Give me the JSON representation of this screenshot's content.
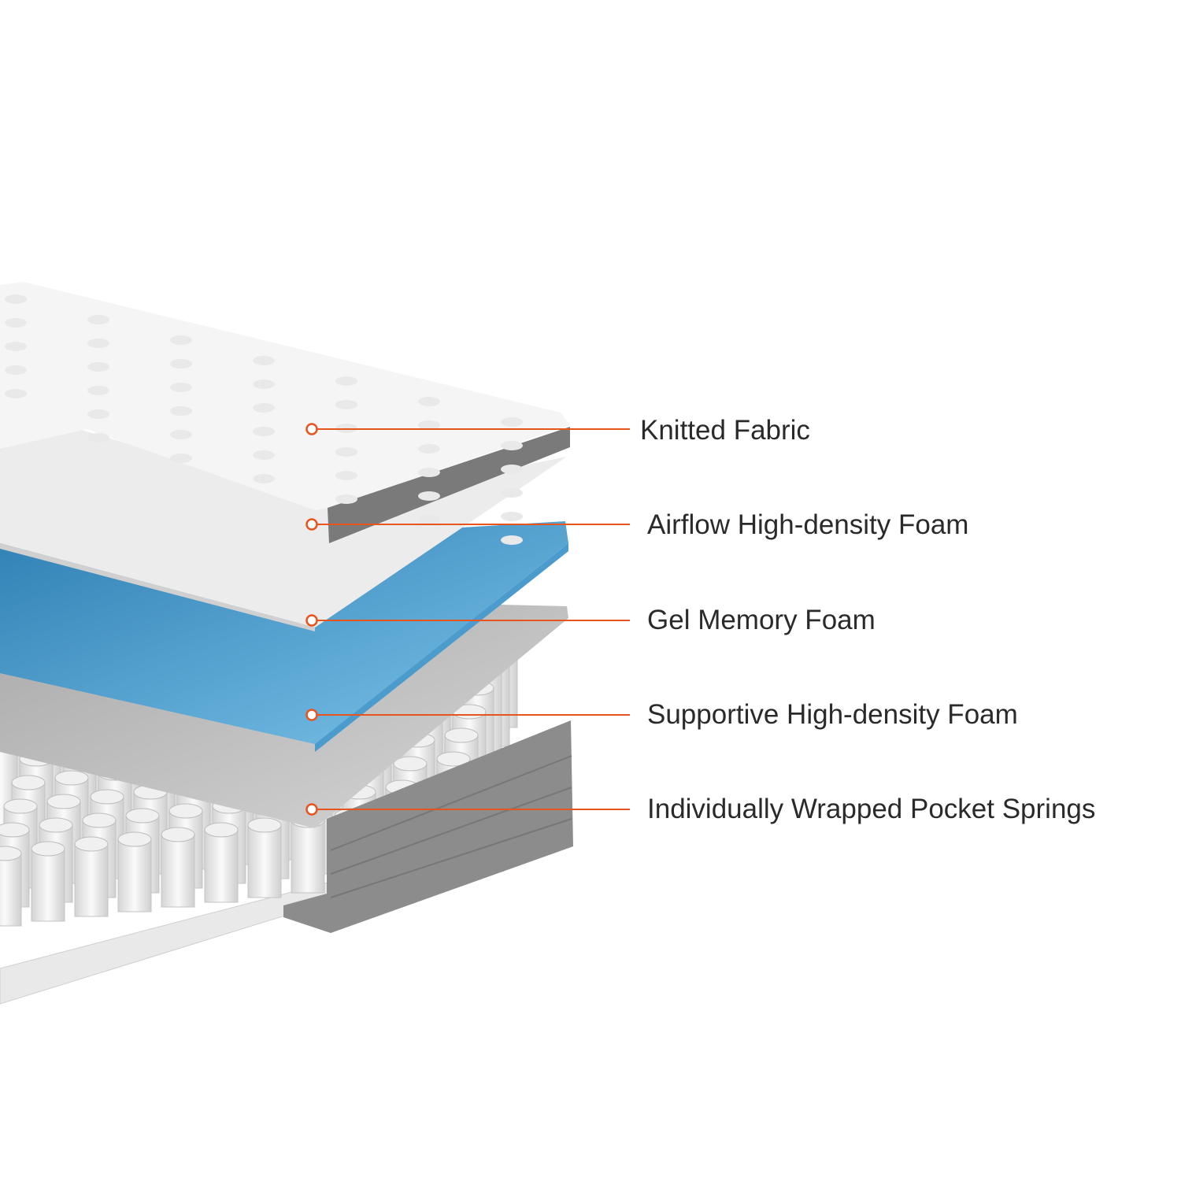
{
  "colors": {
    "callout": "#e8541e",
    "fabric": "#f4f4f4",
    "fabric_edge": "#7a7a7a",
    "airflow_foam": "#ececec",
    "gel_foam": "#5fb0dc",
    "supportive_foam": "#c9c9c9",
    "springs": "#e6e6e6",
    "side_panel": "#8a8a8a",
    "text": "#2a2a2a"
  },
  "layers": [
    {
      "label": "Knitted Fabric"
    },
    {
      "label": "Airflow High-density Foam"
    },
    {
      "label": "Gel Memory Foam"
    },
    {
      "label": "Supportive High-density Foam"
    },
    {
      "label": "Individually Wrapped Pocket Springs"
    }
  ]
}
